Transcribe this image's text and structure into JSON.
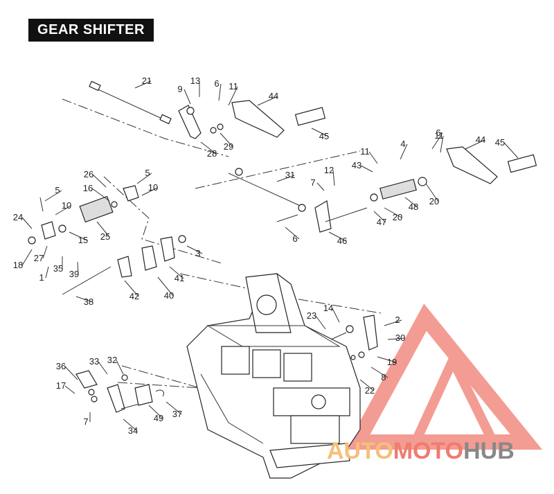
{
  "title": "GEAR SHIFTER",
  "watermark": {
    "part1": "AUTO",
    "part2": "MOTO",
    "part3": "HUB",
    "color_light": "#f4c07a",
    "color_red": "#ef7b6f",
    "color_gray": "#888888"
  },
  "labels": [
    {
      "id": "21",
      "text": "21"
    },
    {
      "id": "13a",
      "text": "13"
    },
    {
      "id": "9a",
      "text": "9"
    },
    {
      "id": "6a",
      "text": "6"
    },
    {
      "id": "11a",
      "text": "11"
    },
    {
      "id": "44a",
      "text": "44"
    },
    {
      "id": "45a",
      "text": "45"
    },
    {
      "id": "28",
      "text": "28"
    },
    {
      "id": "29",
      "text": "29"
    },
    {
      "id": "6b",
      "text": "6"
    },
    {
      "id": "11b",
      "text": "11"
    },
    {
      "id": "44b",
      "text": "44"
    },
    {
      "id": "45b",
      "text": "45"
    },
    {
      "id": "4",
      "text": "4"
    },
    {
      "id": "11c",
      "text": "11"
    },
    {
      "id": "43",
      "text": "43"
    },
    {
      "id": "31",
      "text": "31"
    },
    {
      "id": "12",
      "text": "12"
    },
    {
      "id": "7a",
      "text": "7"
    },
    {
      "id": "20a",
      "text": "20"
    },
    {
      "id": "48",
      "text": "48"
    },
    {
      "id": "47",
      "text": "47"
    },
    {
      "id": "20b",
      "text": "20"
    },
    {
      "id": "46",
      "text": "46"
    },
    {
      "id": "6c",
      "text": "6"
    },
    {
      "id": "26",
      "text": "26"
    },
    {
      "id": "5a",
      "text": "5"
    },
    {
      "id": "16",
      "text": "16"
    },
    {
      "id": "10a",
      "text": "10"
    },
    {
      "id": "5b",
      "text": "5"
    },
    {
      "id": "10b",
      "text": "10"
    },
    {
      "id": "24",
      "text": "24"
    },
    {
      "id": "25",
      "text": "25"
    },
    {
      "id": "15",
      "text": "15"
    },
    {
      "id": "18",
      "text": "18"
    },
    {
      "id": "27",
      "text": "27"
    },
    {
      "id": "35",
      "text": "35"
    },
    {
      "id": "1",
      "text": "1"
    },
    {
      "id": "39",
      "text": "39"
    },
    {
      "id": "3",
      "text": "3"
    },
    {
      "id": "41",
      "text": "41"
    },
    {
      "id": "42",
      "text": "42"
    },
    {
      "id": "40",
      "text": "40"
    },
    {
      "id": "38",
      "text": "38"
    },
    {
      "id": "23",
      "text": "23"
    },
    {
      "id": "14",
      "text": "14"
    },
    {
      "id": "2",
      "text": "2"
    },
    {
      "id": "30",
      "text": "30"
    },
    {
      "id": "19",
      "text": "19"
    },
    {
      "id": "8",
      "text": "8"
    },
    {
      "id": "22",
      "text": "22"
    },
    {
      "id": "36",
      "text": "36"
    },
    {
      "id": "33",
      "text": "33"
    },
    {
      "id": "32",
      "text": "32"
    },
    {
      "id": "17",
      "text": "17"
    },
    {
      "id": "7b",
      "text": "7"
    },
    {
      "id": "34",
      "text": "34"
    },
    {
      "id": "49",
      "text": "49"
    },
    {
      "id": "37",
      "text": "37"
    }
  ]
}
